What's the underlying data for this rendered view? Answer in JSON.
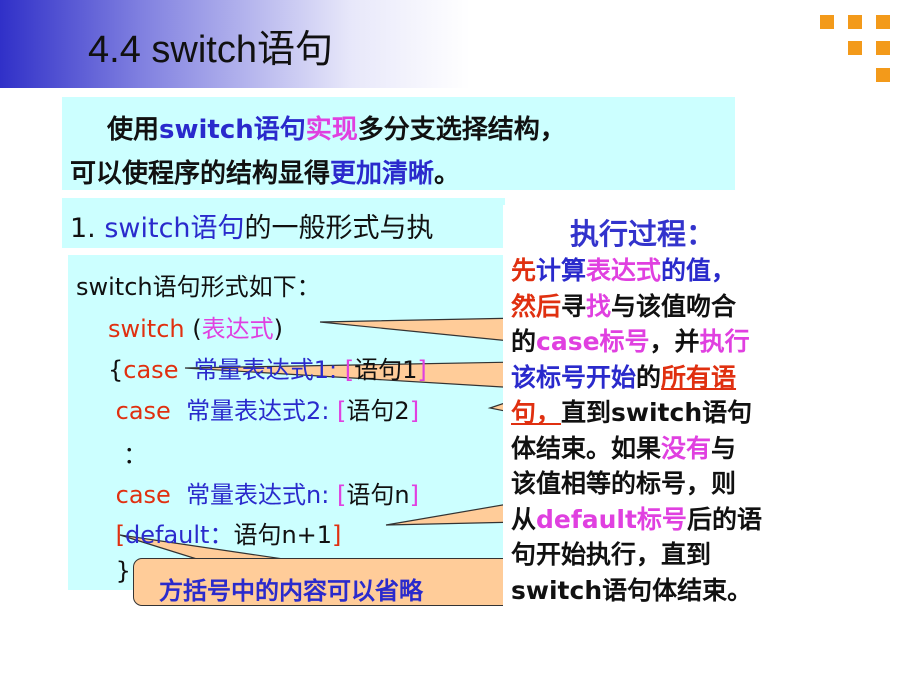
{
  "title": "4.4  switch语句",
  "colors": {
    "blue": "#2a2acc",
    "red": "#e03010",
    "magenta": "#e040e0",
    "dark": "#111111",
    "cyan": "#ccffff",
    "orange": "#ffcc99",
    "accent": "#f39a1a"
  },
  "intro": {
    "line1": [
      {
        "t": "使用",
        "c": "dark"
      },
      {
        "t": "switch语句",
        "c": "blue"
      },
      {
        "t": "实现",
        "c": "magenta"
      },
      {
        "t": "多分支选择结构，",
        "c": "dark"
      }
    ],
    "line2": [
      {
        "t": "可以使程序的结构显得",
        "c": "dark"
      },
      {
        "t": "更加清晰",
        "c": "blue"
      },
      {
        "t": "。",
        "c": "dark"
      }
    ]
  },
  "section": [
    {
      "t": "1. ",
      "c": "dark"
    },
    {
      "t": "switch语句",
      "c": "blue"
    },
    {
      "t": "的一般形式与执",
      "c": "dark"
    }
  ],
  "code": [
    [
      {
        "t": "switch语句形式如下：",
        "c": "dark"
      }
    ],
    [
      {
        "t": "switch ",
        "c": "red"
      },
      {
        "t": "(",
        "c": "dark"
      },
      {
        "t": "表达式",
        "c": "magenta"
      },
      {
        "t": ")",
        "c": "dark"
      }
    ],
    [
      {
        "t": "{",
        "c": "dark"
      },
      {
        "t": "case  ",
        "c": "red"
      },
      {
        "t": "常量表达式1: ",
        "c": "blue"
      },
      {
        "t": "[",
        "c": "magenta"
      },
      {
        "t": "语句1",
        "c": "dark"
      },
      {
        "t": "]",
        "c": "magenta"
      }
    ],
    [
      {
        "t": " case  ",
        "c": "red"
      },
      {
        "t": "常量表达式2: ",
        "c": "blue"
      },
      {
        "t": "[",
        "c": "magenta"
      },
      {
        "t": "语句2",
        "c": "dark"
      },
      {
        "t": "]",
        "c": "magenta"
      }
    ],
    [
      {
        "t": "  ：",
        "c": "dark"
      }
    ],
    [
      {
        "t": " case  ",
        "c": "red"
      },
      {
        "t": "常量表达式n: ",
        "c": "blue"
      },
      {
        "t": "[",
        "c": "magenta"
      },
      {
        "t": "语句n",
        "c": "dark"
      },
      {
        "t": "]",
        "c": "magenta"
      }
    ],
    [
      {
        "t": " [",
        "c": "red"
      },
      {
        "t": "default：",
        "c": "blue"
      },
      {
        "t": "语句n+1",
        "c": "dark"
      },
      {
        "t": "]",
        "c": "red"
      }
    ],
    [
      {
        "t": " }",
        "c": "dark"
      }
    ]
  ],
  "callout": "方括号中的内容可以省略",
  "process": {
    "heading": "执行过程：",
    "lines": [
      [
        {
          "t": "先",
          "c": "red"
        },
        {
          "t": "计算",
          "c": "blue"
        },
        {
          "t": "表达式",
          "c": "magenta"
        },
        {
          "t": "的值，",
          "c": "blue"
        }
      ],
      [
        {
          "t": "然后",
          "c": "red"
        },
        {
          "t": "寻",
          "c": "dark"
        },
        {
          "t": "找",
          "c": "magenta"
        },
        {
          "t": "与该值吻合",
          "c": "dark"
        }
      ],
      [
        {
          "t": "的",
          "c": "dark"
        },
        {
          "t": "case标号",
          "c": "magenta"
        },
        {
          "t": "，并",
          "c": "dark"
        },
        {
          "t": "执行",
          "c": "magenta"
        }
      ],
      [
        {
          "t": "该标号开始",
          "c": "blue"
        },
        {
          "t": "的",
          "c": "dark"
        },
        {
          "t": "所有语",
          "c": "red"
        }
      ],
      [
        {
          "t": "句，",
          "c": "red"
        },
        {
          "t": "直到switch语句",
          "c": "dark"
        }
      ],
      [
        {
          "t": "体结束。如果",
          "c": "dark"
        },
        {
          "t": "没有",
          "c": "magenta"
        },
        {
          "t": "与",
          "c": "dark"
        }
      ],
      [
        {
          "t": "该值相等的标号，则",
          "c": "dark"
        }
      ],
      [
        {
          "t": "从",
          "c": "dark"
        },
        {
          "t": "default标号",
          "c": "magenta"
        },
        {
          "t": "后的语",
          "c": "dark"
        }
      ],
      [
        {
          "t": "句开始执行，直到",
          "c": "dark"
        }
      ],
      [
        {
          "t": "switch语句体结束。",
          "c": "dark"
        }
      ]
    ]
  }
}
